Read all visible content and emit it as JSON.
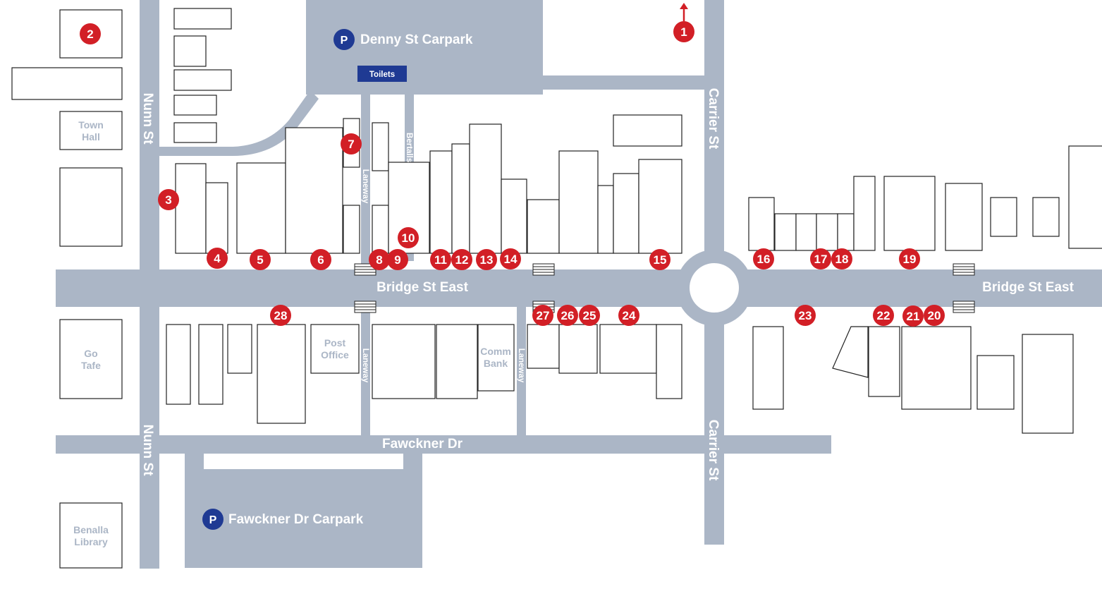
{
  "streets": {
    "bridge_st_east_left": "Bridge St East",
    "bridge_st_east_right": "Bridge St East",
    "nunn_st_top": "Nunn St",
    "nunn_st_bottom": "Nunn St",
    "carrier_st_top": "Carrier St",
    "carrier_st_bottom": "Carrier St",
    "fawckner_dr": "Fawckner Dr",
    "laneway_1": "Laneway",
    "laneway_2": "Laneway",
    "laneway_3": "Laneway",
    "bertalls_arcade": "Bertalls Arcade"
  },
  "carparks": {
    "denny": {
      "symbol": "P",
      "label": "Denny St Carpark"
    },
    "fawckner": {
      "symbol": "P",
      "label": "Fawckner Dr Carpark"
    }
  },
  "toilets": "Toilets",
  "buildings": {
    "town_hall": [
      "Town",
      "Hall"
    ],
    "go_tafe": [
      "Go",
      "Tafe"
    ],
    "post_office": [
      "Post",
      "Office"
    ],
    "comm_bank": [
      "Comm",
      "Bank"
    ],
    "benalla_library": [
      "Benalla",
      "Library"
    ]
  },
  "markers": [
    "1",
    "2",
    "3",
    "4",
    "5",
    "6",
    "7",
    "8",
    "9",
    "10",
    "11",
    "12",
    "13",
    "14",
    "15",
    "16",
    "17",
    "18",
    "19",
    "20",
    "21",
    "22",
    "23",
    "24",
    "25",
    "26",
    "27",
    "28"
  ],
  "colors": {
    "road": "#abb6c6",
    "marker": "#d21f26",
    "parking": "#1f3a93",
    "building_outline": "#222222"
  },
  "icons": {
    "north_arrow": "arrow-up-icon",
    "crosswalk": "pedestrian-crossing-icon"
  }
}
